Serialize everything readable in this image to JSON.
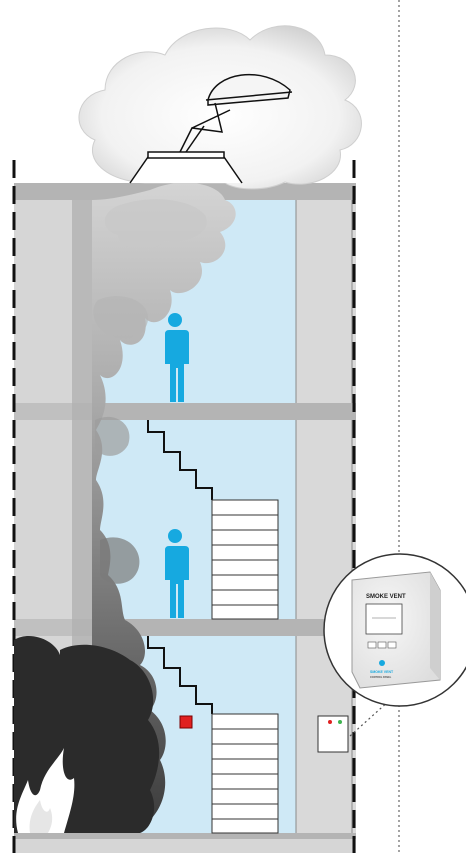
{
  "diagram": {
    "panel_label": "SMOKE VENT",
    "panel_brand": "SMOKE VENT",
    "panel_sub": "CONTROL PANEL",
    "colors": {
      "wall": "#b8b8b8",
      "wall_inner": "#d6d6d6",
      "stairwell": "#cfe9f6",
      "person": "#16a9e0",
      "call_point": "#e02020",
      "led_red": "#e02020",
      "led_green": "#3fb34f"
    },
    "icons": [
      "smoke-vent-icon",
      "person-icon",
      "fire-icon",
      "call-point-icon",
      "control-panel-icon"
    ]
  }
}
